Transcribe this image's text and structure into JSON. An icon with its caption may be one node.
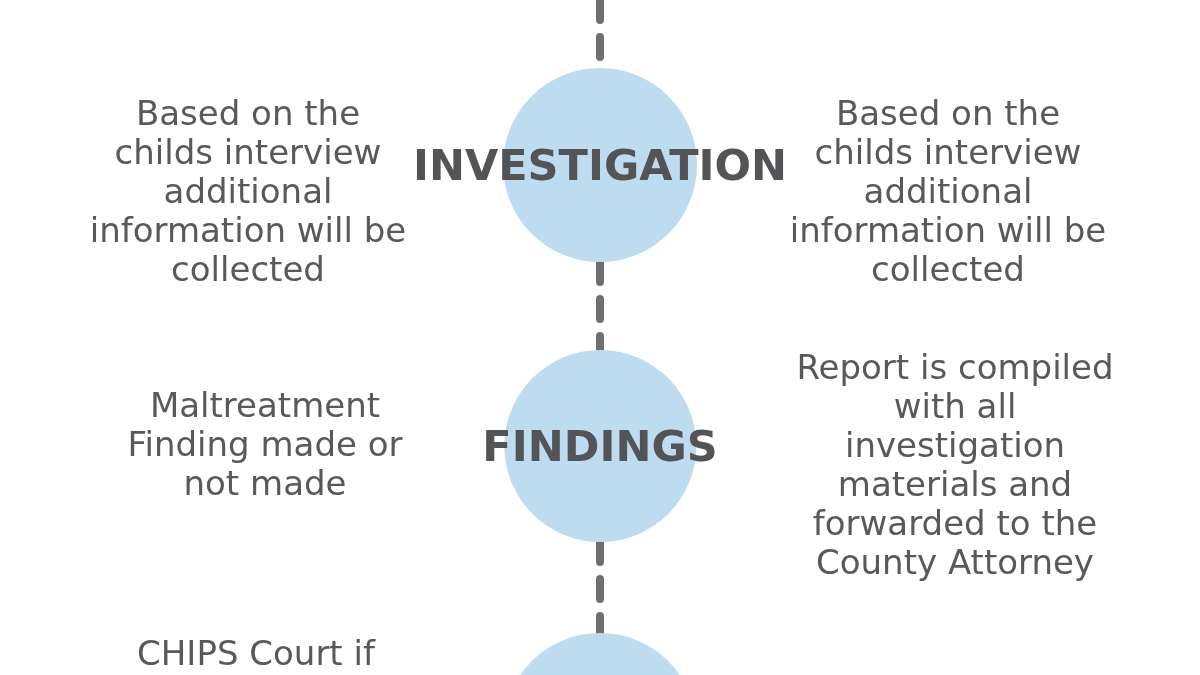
{
  "diagram": {
    "nodes": [
      {
        "text": [
          "INVESTIGATION"
        ],
        "beside": [
          "Based on the childs interview additional information will be collected",
          "Based on the childs interview additional information will be collected"
        ]
      },
      {
        "text": [
          "FINDINGS"
        ],
        "beside": [
          "Maltreatment Finding made or not made",
          "Report is compiled with all investigation materials and forwarded to the County Attorney"
        ]
      },
      {
        "text": [],
        "shape": "circle",
        "beside": [
          "CHIPS Court if"
        ]
      }
    ],
    "edges": [
      {
        "from": null,
        "to": 0,
        "arrow": "none",
        "style": "dashed"
      },
      {
        "from": 0,
        "to": 1,
        "arrow": "none",
        "style": "dashed"
      },
      {
        "from": 1,
        "to": 2,
        "arrow": "none",
        "style": "dashed"
      }
    ]
  }
}
